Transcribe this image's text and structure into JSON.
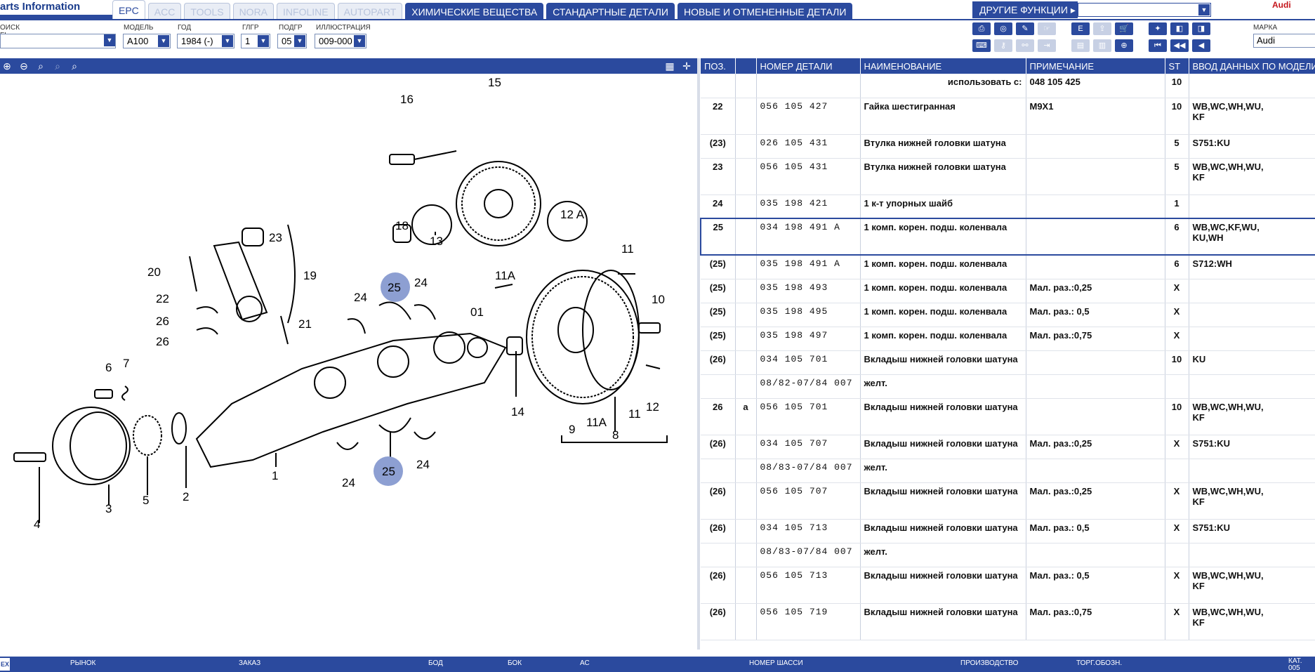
{
  "app": {
    "title": "arts Information",
    "brand": "Audi"
  },
  "tabs": [
    {
      "label": "EPC",
      "active": true
    },
    {
      "label": "ACC"
    },
    {
      "label": "TOOLS"
    },
    {
      "label": "NORA"
    },
    {
      "label": "INFOLINE"
    },
    {
      "label": "AUTOPART"
    },
    {
      "label": "ХИМИЧЕСКИЕ ВЕЩЕСТВА",
      "strong": true
    },
    {
      "label": "СТАНДАРТНЫЕ ДЕТАЛИ",
      "strong": true
    },
    {
      "label": "НОВЫЕ И ОТМЕНЕННЫЕ ДЕТАЛИ",
      "strong": true
    }
  ],
  "other_functions": {
    "label": "ДРУГИЕ ФУНКЦИИ ▸",
    "value": ""
  },
  "filters": {
    "search": {
      "label": "ОИСК FI",
      "value": ""
    },
    "model": {
      "label": "МОДЕЛЬ",
      "value": "A100"
    },
    "year": {
      "label": "ГОД",
      "value": "1984 (-)"
    },
    "group": {
      "label": "ГЛГР",
      "value": "1"
    },
    "subgroup": {
      "label": "ПОДГР",
      "value": "05"
    },
    "illustration": {
      "label": "ИЛЛЮСТРАЦИЯ",
      "value": "009-000"
    }
  },
  "marka": {
    "label": "МАРКА",
    "value": "Audi"
  },
  "table": {
    "headers": [
      "ПОЗ.",
      "",
      "НОМЕР ДЕТАЛИ",
      "НАИМЕНОВАНИЕ",
      "ПРИМЕЧАНИЕ",
      "ST",
      "ВВОД ДАННЫХ ПО МОДЕЛИ"
    ],
    "rows": [
      {
        "pos": "",
        "flag": "",
        "part": "",
        "name": "использовать с:",
        "note": "048 105 425",
        "st": "10",
        "model": "",
        "nameRight": true
      },
      {
        "pos": "22",
        "flag": "",
        "part": "056 105 427",
        "name": "Гайка шестигранная",
        "note": "M9X1",
        "st": "10",
        "model": "WB,WC,WH,WU,\nKF",
        "tall": true
      },
      {
        "pos": "(23)",
        "flag": "",
        "part": "026 105 431",
        "name": "Втулка нижней головки шатуна",
        "note": "",
        "st": "5",
        "model": "S751:KU"
      },
      {
        "pos": "23",
        "flag": "",
        "part": "056 105 431",
        "name": "Втулка нижней головки шатуна",
        "note": "",
        "st": "5",
        "model": "WB,WC,WH,WU,\nKF",
        "tall": true
      },
      {
        "pos": "24",
        "flag": "",
        "part": "035 198 421",
        "name": "1 к-т упорных шайб",
        "note": "",
        "st": "1",
        "model": ""
      },
      {
        "pos": "25",
        "flag": "",
        "part": "034 198 491 A",
        "name": "1 комп. корен. подш. коленвала",
        "note": "",
        "st": "6",
        "model": "WB,WC,KF,WU,\nKU,WH",
        "tall": true,
        "selected": true
      },
      {
        "pos": "(25)",
        "flag": "",
        "part": "035 198 491 A",
        "name": "1 комп. корен. подш. коленвала",
        "note": "",
        "st": "6",
        "model": "S712:WH"
      },
      {
        "pos": "(25)",
        "flag": "",
        "part": "035 198 493",
        "name": "1 комп. корен. подш. коленвала",
        "note": "Мал. раз.:0,25",
        "st": "X",
        "model": ""
      },
      {
        "pos": "(25)",
        "flag": "",
        "part": "035 198 495",
        "name": "1 комп. корен. подш. коленвала",
        "note": "Мал. раз.: 0,5",
        "st": "X",
        "model": ""
      },
      {
        "pos": "(25)",
        "flag": "",
        "part": "035 198 497",
        "name": "1 комп. корен. подш. коленвала",
        "note": "Мал. раз.:0,75",
        "st": "X",
        "model": ""
      },
      {
        "pos": "(26)",
        "flag": "",
        "part": "034 105 701",
        "name": "Вкладыш нижней головки шатуна",
        "note": "",
        "st": "10",
        "model": "KU"
      },
      {
        "pos": "",
        "flag": "",
        "part": "08/82-07/84 007",
        "name": "желт.",
        "note": "",
        "st": "",
        "model": ""
      },
      {
        "pos": "26",
        "flag": "a",
        "part": "056 105 701",
        "name": "Вкладыш нижней головки шатуна",
        "note": "",
        "st": "10",
        "model": "WB,WC,WH,WU,\nKF",
        "tall": true
      },
      {
        "pos": "(26)",
        "flag": "",
        "part": "034 105 707",
        "name": "Вкладыш нижней головки шатуна",
        "note": "Мал. раз.:0,25",
        "st": "X",
        "model": "S751:KU"
      },
      {
        "pos": "",
        "flag": "",
        "part": "08/83-07/84 007",
        "name": "желт.",
        "note": "",
        "st": "",
        "model": ""
      },
      {
        "pos": "(26)",
        "flag": "",
        "part": "056 105 707",
        "name": "Вкладыш нижней головки шатуна",
        "note": "Мал. раз.:0,25",
        "st": "X",
        "model": "WB,WC,WH,WU,\nKF",
        "tall": true
      },
      {
        "pos": "(26)",
        "flag": "",
        "part": "034 105 713",
        "name": "Вкладыш нижней головки шатуна",
        "note": "Мал. раз.: 0,5",
        "st": "X",
        "model": "S751:KU"
      },
      {
        "pos": "",
        "flag": "",
        "part": "08/83-07/84 007",
        "name": "желт.",
        "note": "",
        "st": "",
        "model": ""
      },
      {
        "pos": "(26)",
        "flag": "",
        "part": "056 105 713",
        "name": "Вкладыш нижней головки шатуна",
        "note": "Мал. раз.: 0,5",
        "st": "X",
        "model": "WB,WC,WH,WU,\nKF",
        "tall": true
      },
      {
        "pos": "(26)",
        "flag": "",
        "part": "056 105 719",
        "name": "Вкладыш нижней головки шатуна",
        "note": "Мал. раз.:0,75",
        "st": "X",
        "model": "WB,WC,WH,WU,\nKF",
        "tall": true
      }
    ]
  },
  "callouts": [
    "16",
    "15",
    "18",
    "13",
    "12 A",
    "23",
    "19",
    "20",
    "22",
    "21",
    "26",
    "26",
    "25",
    "24",
    "24",
    "11A",
    "01",
    "11",
    "10",
    "6",
    "7",
    "14",
    "9",
    "11A",
    "11",
    "12",
    "8",
    "1",
    "2",
    "3",
    "4",
    "5",
    "24",
    "25",
    "24"
  ],
  "status": {
    "ex": "EX",
    "labels": [
      "РЫНОК",
      "ЗАКАЗ",
      "БОД",
      "БОК",
      "АС",
      "НОМЕР ШАССИ",
      "ПРОИЗВОДСТВО",
      "ТОРГ.ОБОЗН.",
      "КАТ."
    ],
    "cat_value": "005"
  },
  "colors": {
    "primary": "#2b4a9e",
    "highlight": "#8d9fd2",
    "brand_red": "#c4161c"
  }
}
